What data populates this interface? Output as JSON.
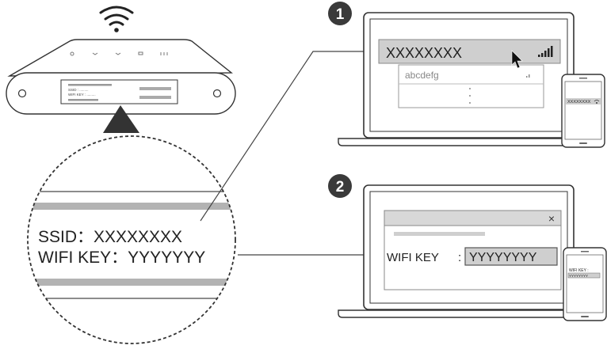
{
  "router_label": {
    "ssid_small": "SSID : .........",
    "key_small": "WIFI KEY : ........."
  },
  "magnifier": {
    "ssid_line": "SSID：XXXXXXXX",
    "key_line": "WIFI KEY：YYYYYYY"
  },
  "step1": {
    "badge": "1",
    "network_selected": "XXXXXXXX",
    "network_other": "abcdefg",
    "phone_network": "XXXXXXXX"
  },
  "step2": {
    "badge": "2",
    "close_glyph": "×",
    "key_label": "WIFI KEY",
    "key_colon": ":",
    "key_value": "YYYYYYYY",
    "phone_key_label": "WIFI KEY :",
    "phone_key_value": "YYYYYYYY"
  },
  "colors": {
    "stroke": "#333333",
    "gray_bar": "#b3b3b3",
    "highlight": "#cfcfcf",
    "badge": "#3a3a3a"
  }
}
